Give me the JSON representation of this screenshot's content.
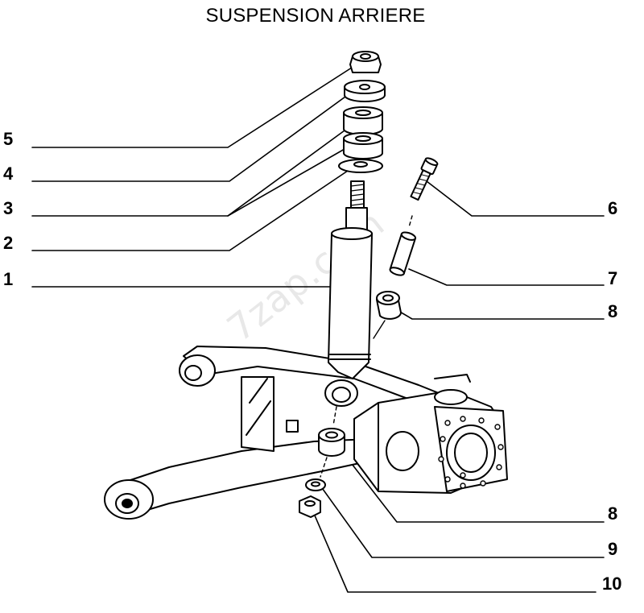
{
  "title": "SUSPENSION ARRIERE",
  "watermark": "7zap.com",
  "callouts": [
    {
      "id": "5",
      "text": "5"
    },
    {
      "id": "4",
      "text": "4"
    },
    {
      "id": "3",
      "text": "3"
    },
    {
      "id": "2",
      "text": "2"
    },
    {
      "id": "1",
      "text": "1"
    },
    {
      "id": "6",
      "text": "6"
    },
    {
      "id": "7",
      "text": "7"
    },
    {
      "id": "8a",
      "text": "8"
    },
    {
      "id": "8b",
      "text": "8"
    },
    {
      "id": "9",
      "text": "9"
    },
    {
      "id": "10",
      "text": "10"
    }
  ]
}
